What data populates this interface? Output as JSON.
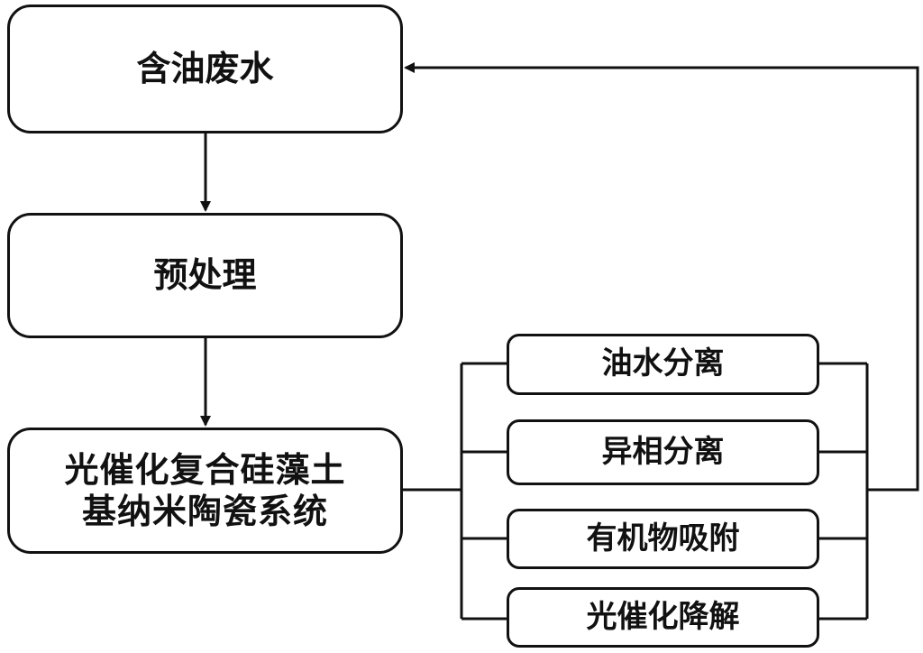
{
  "process": {
    "oily_wastewater": "含油废水",
    "pretreatment": "预处理",
    "ceramic_system_line1": "光催化复合硅藻土",
    "ceramic_system_line2": "基纳米陶瓷系统"
  },
  "functions": {
    "oil_water_separation": "油水分离",
    "heterophase_separation": "异相分离",
    "organic_adsorption": "有机物吸附",
    "photocatalytic_degradation": "光催化降解"
  },
  "colors": {
    "line": "#111111",
    "box_fill": "#ffffff"
  }
}
